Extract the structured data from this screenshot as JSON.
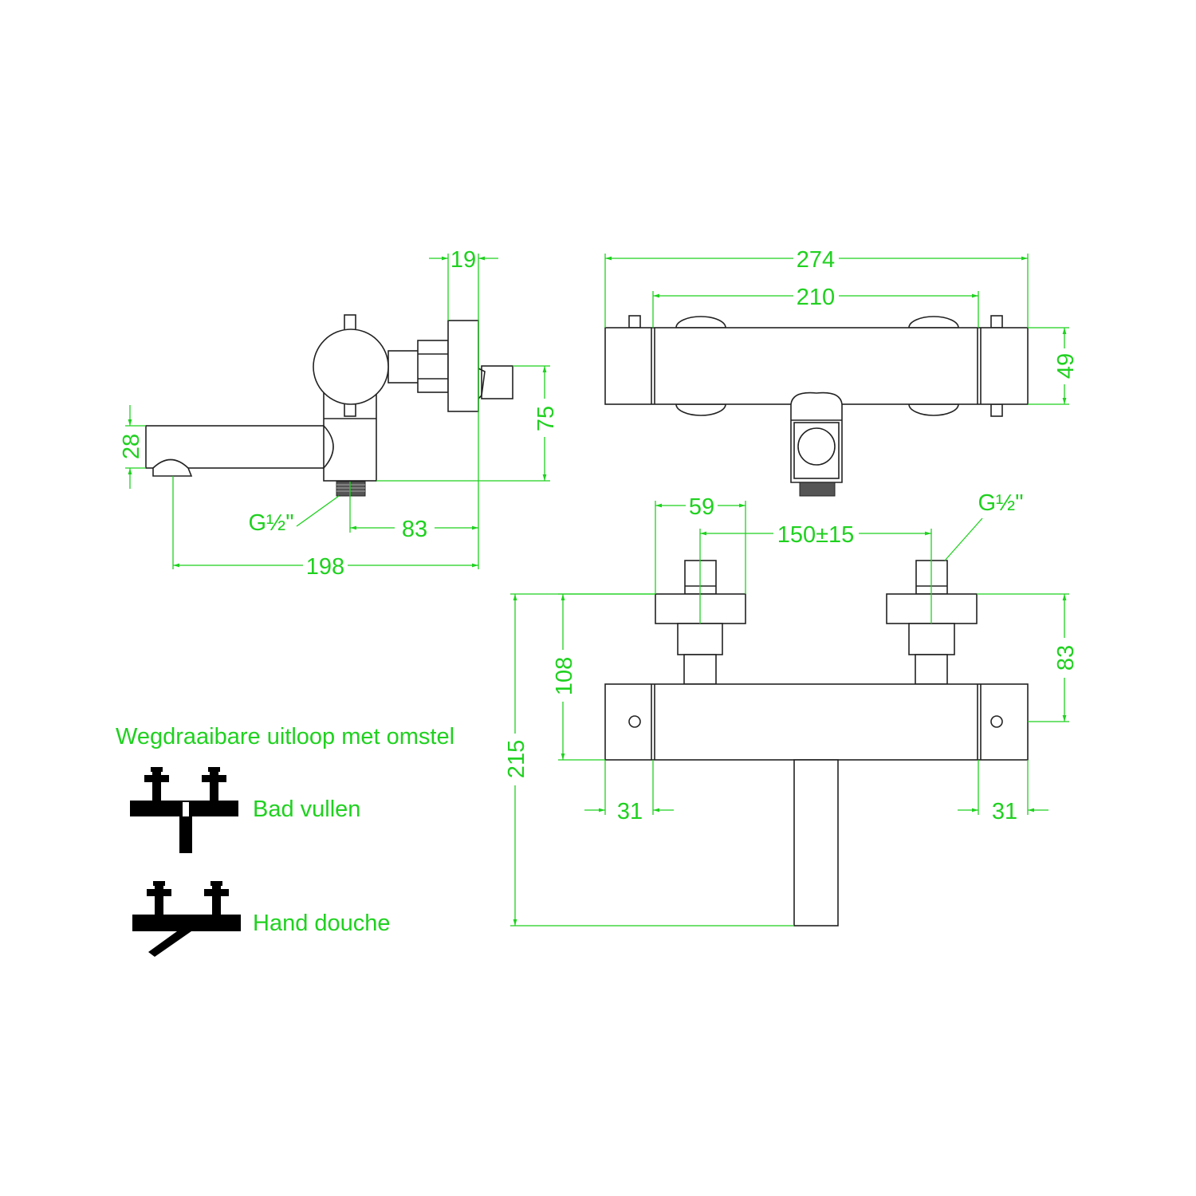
{
  "colors": {
    "dimension": "#1fd11f",
    "outline": "#222222",
    "symbol": "#000000"
  },
  "side_view": {
    "dim_19": "19",
    "dim_75": "75",
    "dim_28": "28",
    "thread": "G½\"",
    "dim_83": "83",
    "dim_198": "198"
  },
  "top_view": {
    "dim_274": "274",
    "dim_210": "210",
    "dim_49": "49"
  },
  "front_view": {
    "dim_59": "59",
    "dim_150": "150±15",
    "thread": "G½\"",
    "dim_215": "215",
    "dim_108": "108",
    "dim_83": "83",
    "dim_31_left": "31",
    "dim_31_right": "31"
  },
  "legend": {
    "title": "Wegdraaibare uitloop met omstel",
    "items": [
      {
        "label": "Bad vullen"
      },
      {
        "label": "Hand douche"
      }
    ]
  }
}
